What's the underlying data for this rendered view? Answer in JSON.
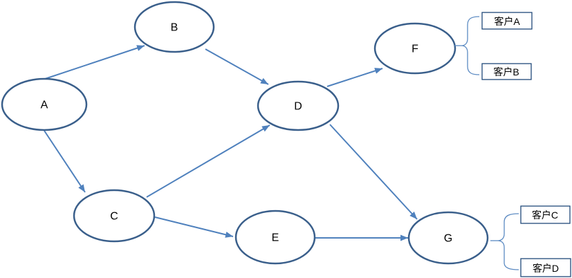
{
  "colors": {
    "background": "#ffffff",
    "node_fill": "#ffffff",
    "node_stroke": "#3a5f8b",
    "arrow": "#4f81bd",
    "brace": "#5b8ac2",
    "box_border": "#1f4979",
    "text": "#000000"
  },
  "diagram": {
    "type": "flow-network",
    "nodes": [
      {
        "id": "A",
        "label": "A"
      },
      {
        "id": "B",
        "label": "B"
      },
      {
        "id": "C",
        "label": "C"
      },
      {
        "id": "D",
        "label": "D"
      },
      {
        "id": "E",
        "label": "E"
      },
      {
        "id": "F",
        "label": "F"
      },
      {
        "id": "G",
        "label": "G"
      }
    ],
    "edges": [
      {
        "from": "A",
        "to": "B"
      },
      {
        "from": "A",
        "to": "C"
      },
      {
        "from": "B",
        "to": "D"
      },
      {
        "from": "C",
        "to": "D"
      },
      {
        "from": "C",
        "to": "E"
      },
      {
        "from": "D",
        "to": "F"
      },
      {
        "from": "D",
        "to": "G"
      },
      {
        "from": "E",
        "to": "G"
      }
    ],
    "groups": [
      {
        "node": "F",
        "items": [
          {
            "label": "客户A"
          },
          {
            "label": "客户B"
          }
        ]
      },
      {
        "node": "G",
        "items": [
          {
            "label": "客户C"
          },
          {
            "label": "客户D"
          }
        ]
      }
    ]
  }
}
